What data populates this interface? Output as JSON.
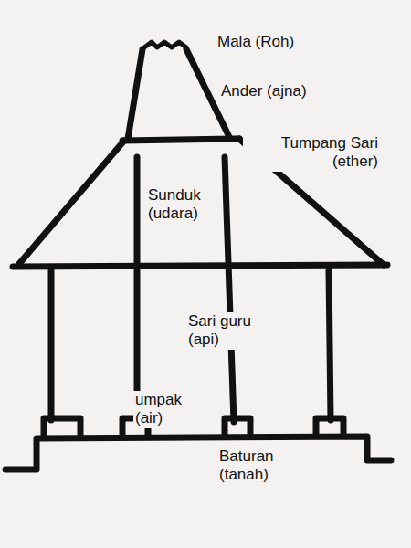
{
  "diagram": {
    "labels": [
      "Mala (Roh)",
      "Ander (ajna)",
      "Tumpang Sari (ether)",
      "Sunduk (udara)",
      "Sari guru (api)",
      "umpak (air)",
      "Baturan (tanah)"
    ]
  }
}
